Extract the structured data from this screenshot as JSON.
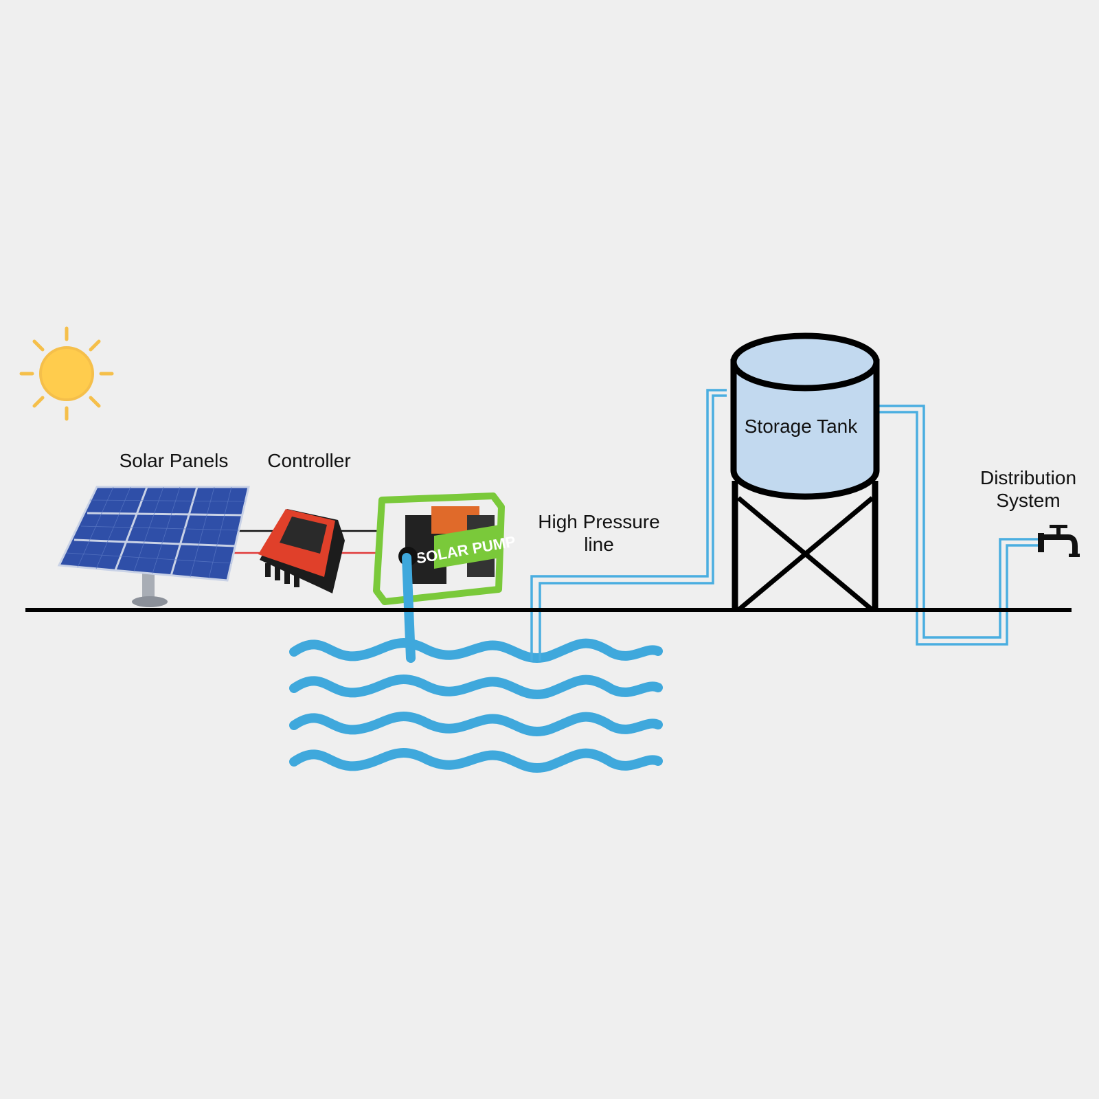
{
  "labels": {
    "solar_panels": "Solar Panels",
    "controller": "Controller",
    "high_pressure_line_1": "High Pressure",
    "high_pressure_line_2": "line",
    "storage_tank": "Storage Tank",
    "distribution_1": "Distribution",
    "distribution_2": "System",
    "pump_text": "SOLAR PUMP"
  },
  "colors": {
    "background": "#efefef",
    "sun": "#ffcc4d",
    "sun_rays": "#f5bf4a",
    "water": "#3fa8dc",
    "pipe": "#4aaee0",
    "tank_fill": "#c2d9ef",
    "panel_cell": "#2f4fa8",
    "controller_body": "#e0402a",
    "pump_frame": "#7ac93a",
    "ground": "#000000",
    "wire_positive": "#e03a3a",
    "wire_negative": "#111111"
  },
  "icons": {
    "sun": "sun-icon",
    "panel": "solar-panel-icon",
    "controller": "controller-icon",
    "pump": "pump-icon",
    "tank": "water-tower-icon",
    "faucet": "faucet-icon",
    "water": "water-waves-icon"
  }
}
